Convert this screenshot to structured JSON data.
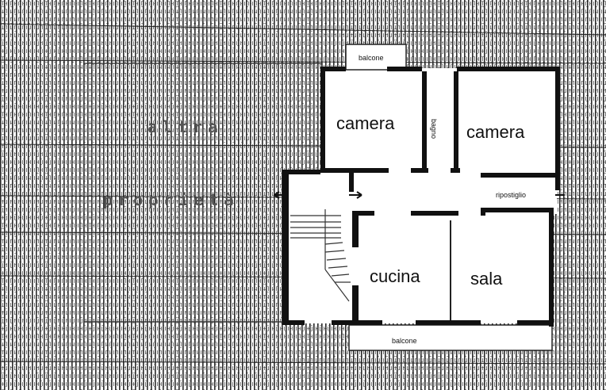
{
  "floorplan": {
    "rooms": {
      "camera_left": "camera",
      "bagno": "bagno",
      "camera_right": "camera",
      "ripostiglio": "ripostiglio",
      "cucina": "cucina",
      "sala": "sala",
      "balcone_top": "balcone",
      "balcone_bottom": "balcone"
    },
    "neighbor": {
      "line1": "altra",
      "line2": "proprietà"
    }
  },
  "colors": {
    "wall": "#111111",
    "hatch": "#2a2a2a",
    "paper": "#ffffff"
  }
}
